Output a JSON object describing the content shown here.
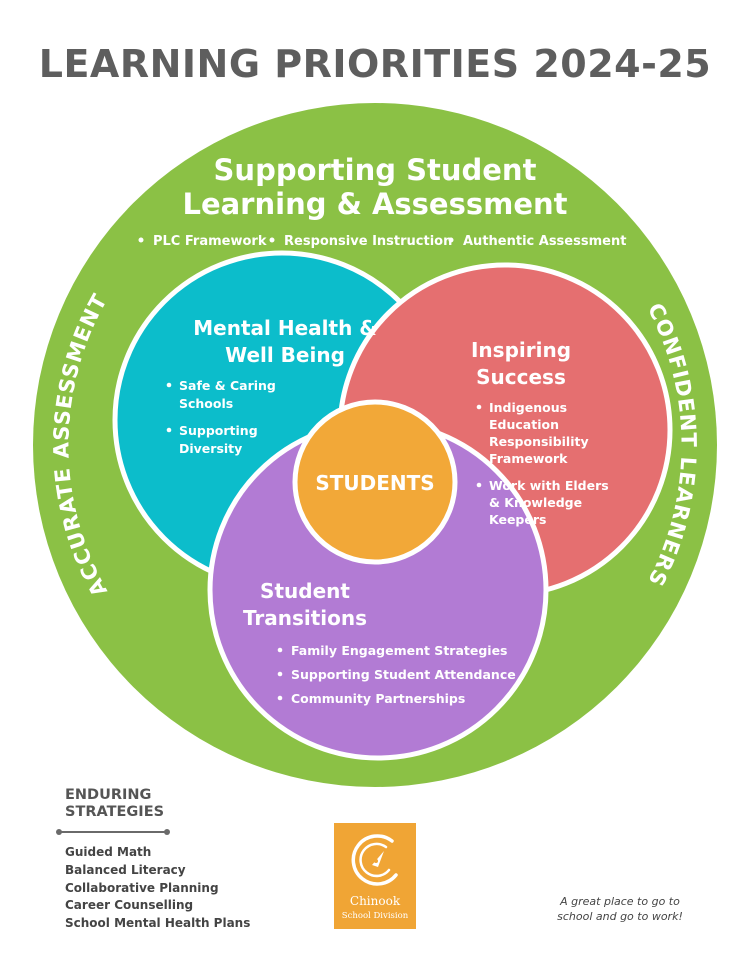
{
  "title": "LEARNING PRIORITIES 2024-25",
  "colors": {
    "outer_green": "#8bc145",
    "teal": "#0cbdcb",
    "coral": "#e56f70",
    "purple": "#b27bd4",
    "orange": "#f2a838",
    "title_gray": "#5e5e5e"
  },
  "outer_ring": {
    "heading_line1": "Supporting Student",
    "heading_line2": "Learning & Assessment",
    "bullets": [
      "PLC Framework",
      "Responsive Instruction",
      "Authentic Assessment"
    ],
    "left_arc": "ACCURATE ASSESSMENT",
    "right_arc": "CONFIDENT LEARNERS"
  },
  "circles": {
    "mental_health": {
      "heading_line1": "Mental Health &",
      "heading_line2": "Well Being",
      "bullets": [
        {
          "line1": "Safe & Caring",
          "line2": "Schools"
        },
        {
          "line1": "Supporting",
          "line2": "Diversity"
        }
      ]
    },
    "inspiring_success": {
      "heading_line1": "Inspiring",
      "heading_line2": "Success",
      "bullets": [
        {
          "line1": "Indigenous",
          "line2": "Education",
          "line3": "Responsibility",
          "line4": "Framework"
        },
        {
          "line1": "Work with Elders",
          "line2": "& Knowledge",
          "line3": "Keepers"
        }
      ]
    },
    "student_transitions": {
      "heading_line1": "Student",
      "heading_line2": "Transitions",
      "bullets": [
        "Family Engagement Strategies",
        "Supporting Student Attendance",
        "Community Partnerships"
      ]
    },
    "center": {
      "label": "STUDENTS"
    }
  },
  "enduring_strategies": {
    "heading_line1": "ENDURING",
    "heading_line2": "STRATEGIES",
    "items": [
      "Guided Math",
      "Balanced Literacy",
      "Collaborative Planning",
      "Career Counselling",
      "School Mental Health Plans"
    ]
  },
  "logo": {
    "name": "Chinook",
    "subtitle": "School Division"
  },
  "tagline": {
    "line1": "A great place to go to",
    "line2": "school and go to work!"
  }
}
